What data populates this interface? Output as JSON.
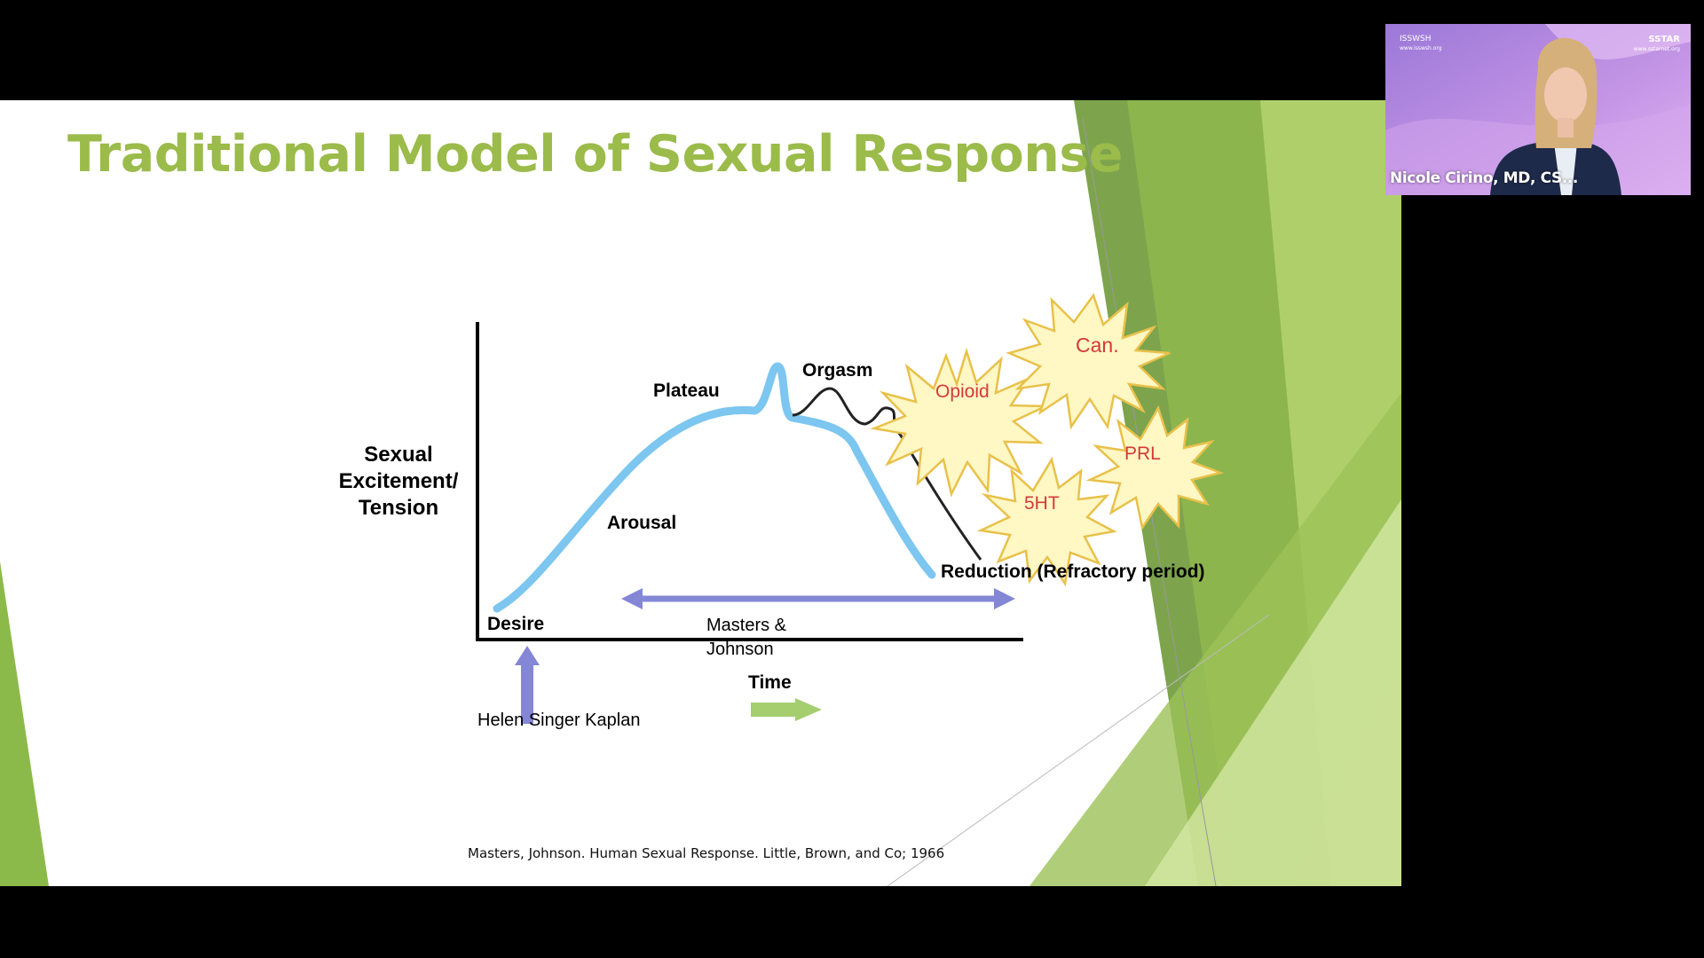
{
  "slide": {
    "title": "Traditional Model of Sexual Response",
    "citation": "Masters, Johnson. Human Sexual Response. Little, Brown, and Co; 1966"
  },
  "diagram": {
    "y_axis_label": [
      "Sexual",
      "Excitement/",
      "Tension"
    ],
    "x_axis_label": "Time",
    "phases": {
      "desire": "Desire",
      "arousal": "Arousal",
      "plateau": "Plateau",
      "orgasm": "Orgasm",
      "reduction": "Reduction (Refractory period)"
    },
    "annotations": {
      "masters_johnson": [
        "Masters &",
        "Johnson"
      ],
      "kaplan": "Helen Singer Kaplan"
    },
    "bursts": [
      "Opioid",
      "Can.",
      "PRL",
      "5HT"
    ],
    "colors": {
      "response_curve": "#7cc6f0",
      "secondary_curve": "#222222",
      "range_arrow": "#8487d6",
      "time_arrow": "#a5cf6f",
      "burst_fill": "#fff7c4",
      "burst_stroke": "#e8c14a",
      "burst_text": "#d43a3a"
    }
  },
  "webcam": {
    "presenter": "Nicole Cirino, MD, CS...",
    "logo_left": "ISSWSH",
    "logo_left_url": "www.isswsh.org",
    "logo_right": "SSTAR",
    "logo_right_url": "www.sstarnet.org"
  }
}
